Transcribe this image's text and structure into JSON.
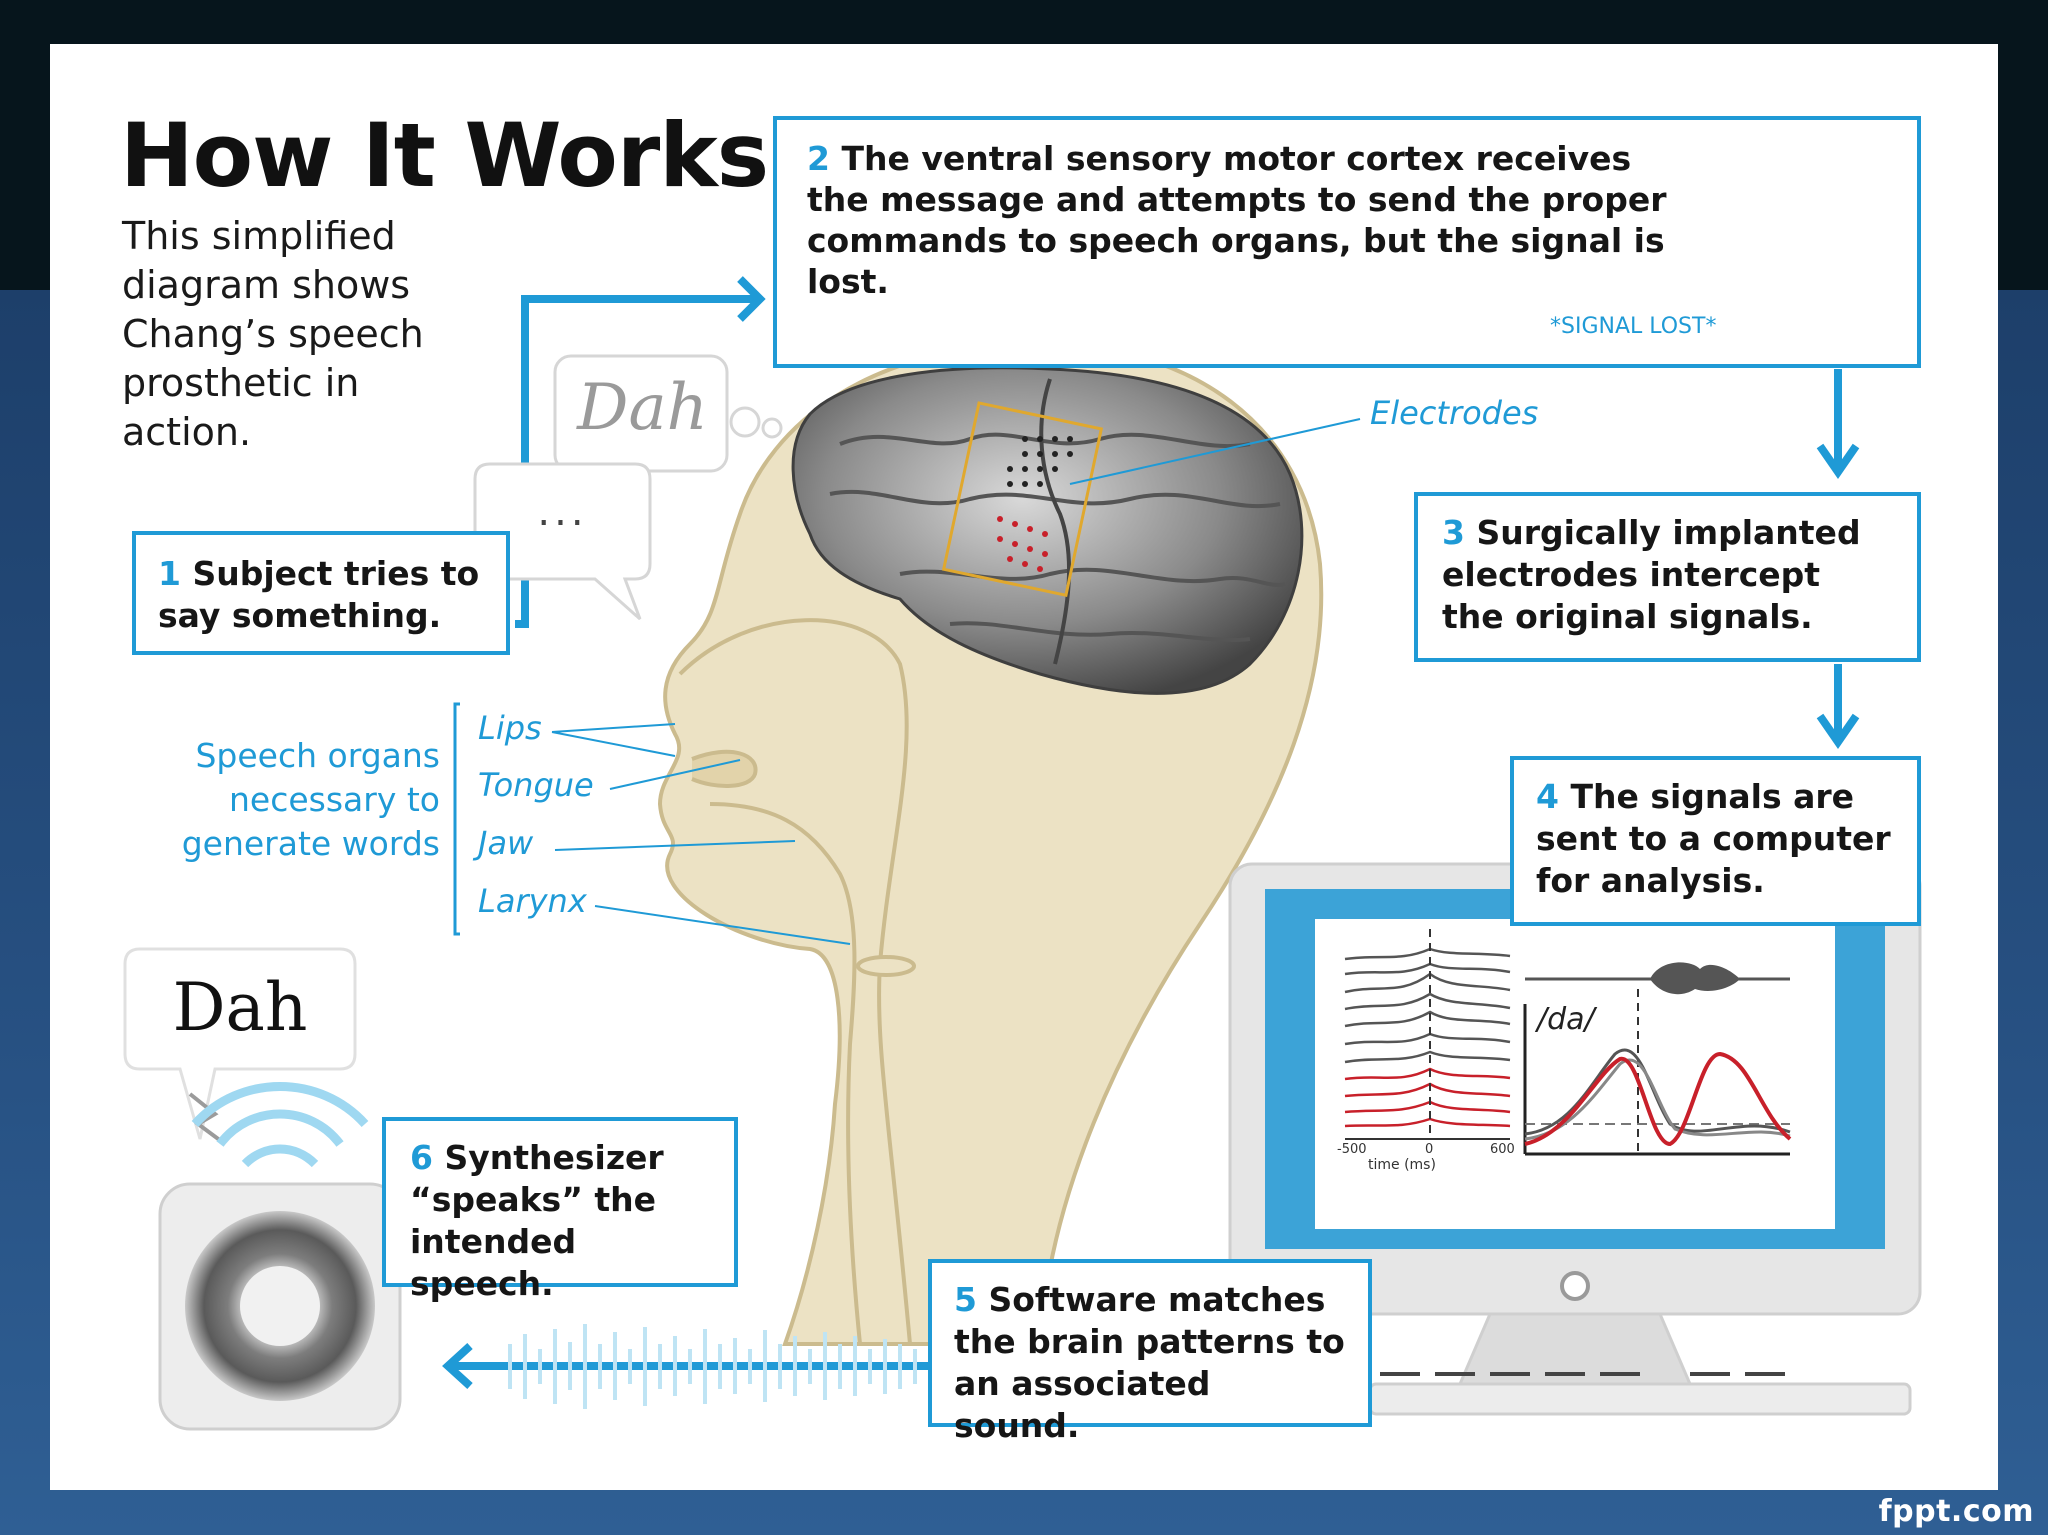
{
  "header": {
    "title": "How It Works",
    "intro": "This simplified diagram shows Chang’s speech prosthetic in action."
  },
  "steps": [
    {
      "num": "1",
      "text": "Subject tries to say something."
    },
    {
      "num": "2",
      "text": "The ventral sensory motor cortex receives the message and attempts to send the proper commands to speech organs, but the signal is lost."
    },
    {
      "num": "3",
      "text": "Surgically implanted electrodes intercept the original signals."
    },
    {
      "num": "4",
      "text": "The signals are sent to a computer for analysis."
    },
    {
      "num": "5",
      "text": "Software matches the brain patterns to an associated sound."
    },
    {
      "num": "6",
      "text": "Synthesizer “speaks” the intended speech."
    }
  ],
  "labels": {
    "signal_lost": "*SIGNAL LOST*",
    "electrodes": "Electrodes",
    "organs_caption": "Speech organs necessary to generate words",
    "lips": "Lips",
    "tongue": "Tongue",
    "jaw": "Jaw",
    "larynx": "Larynx",
    "thought_bubble": "Dah",
    "speech_bubble_small": "...",
    "speaker_bubble": "Dah"
  },
  "chart": {
    "syllable": "/da/",
    "x_ticks": [
      "-500",
      "0",
      "600"
    ],
    "x_label": "time (ms)"
  },
  "footer": {
    "brand": "fppt.com"
  },
  "colors": {
    "accent": "#1f9ad6",
    "head": "#e9dcb8",
    "red_signal": "#c8202a"
  }
}
